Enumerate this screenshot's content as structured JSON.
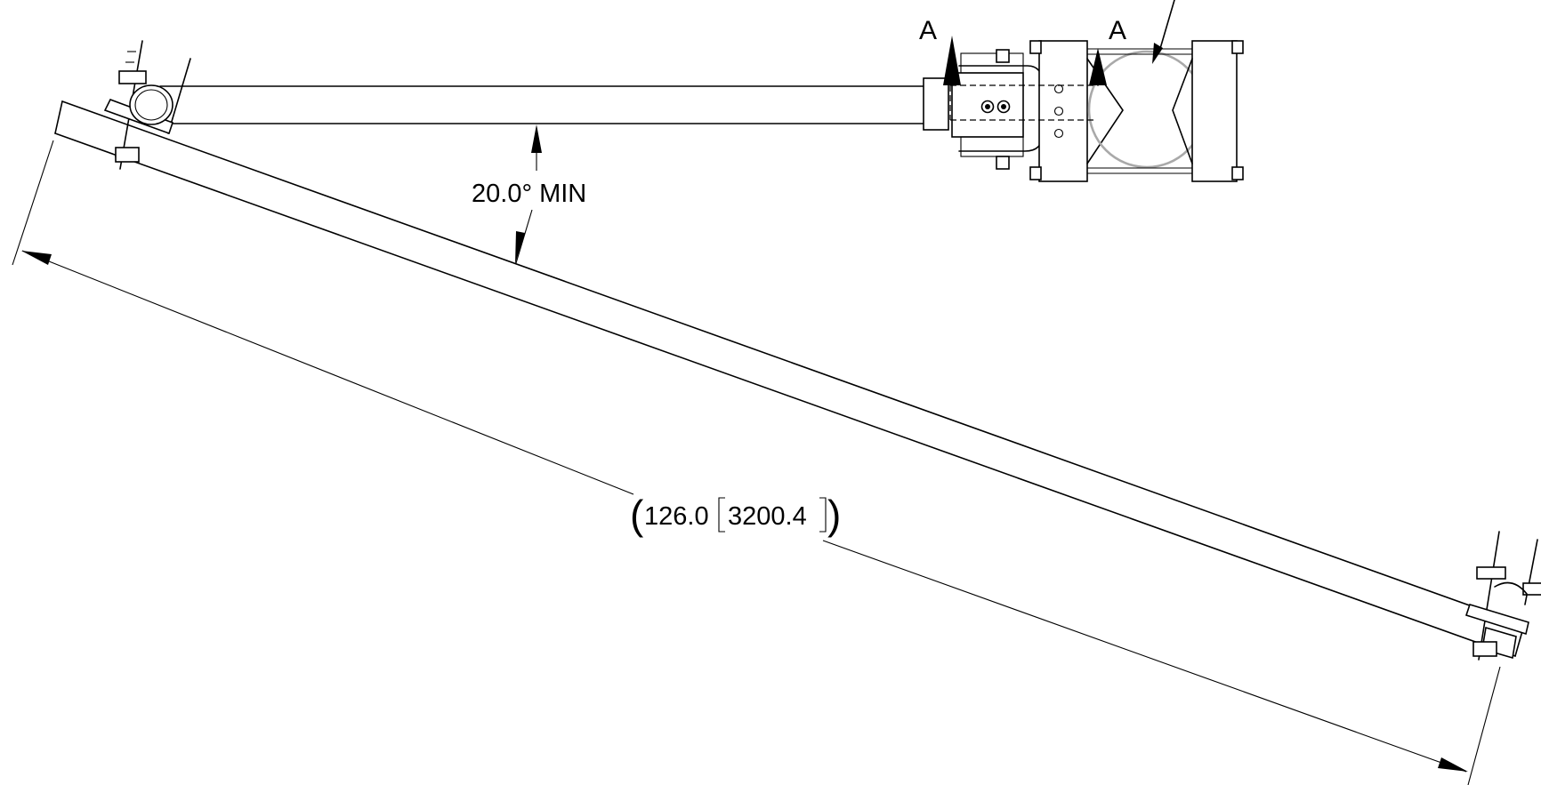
{
  "labels": {
    "section_a_left": "A",
    "section_a_right": "A",
    "angle_dimension": "20.0° MIN",
    "length_inches": "126.0",
    "length_mm": "3200.4"
  }
}
